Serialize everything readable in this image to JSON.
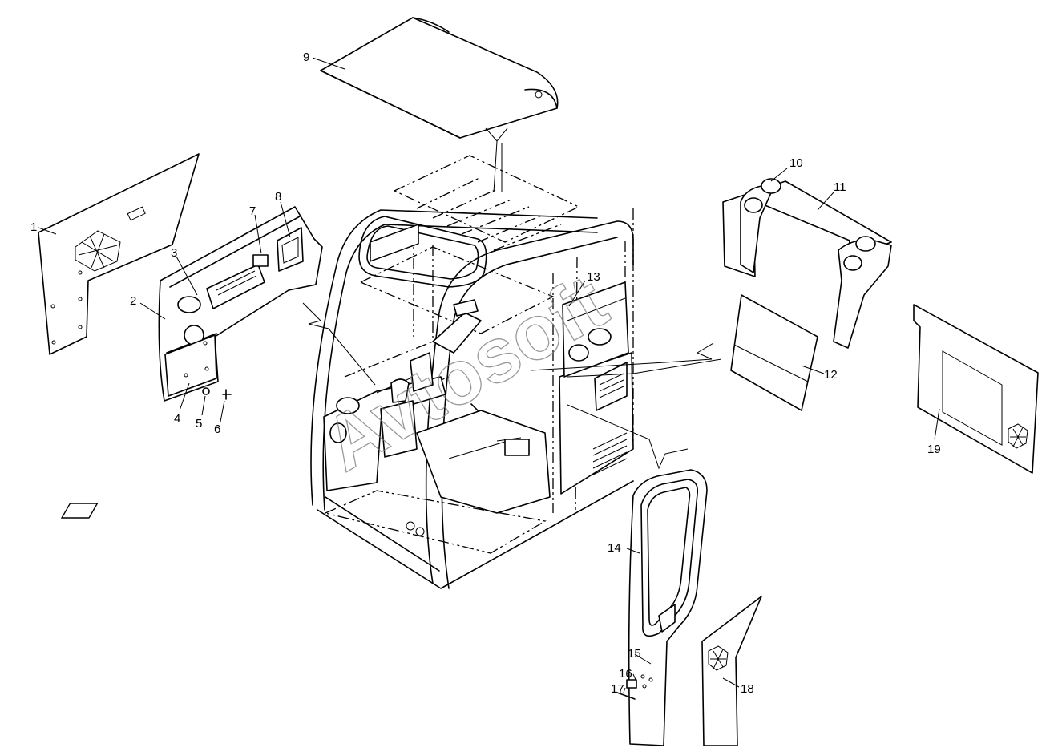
{
  "watermark": "Avtosoft",
  "callouts": [
    {
      "id": "1",
      "label": "1"
    },
    {
      "id": "2",
      "label": "2"
    },
    {
      "id": "3",
      "label": "3"
    },
    {
      "id": "4",
      "label": "4"
    },
    {
      "id": "5",
      "label": "5"
    },
    {
      "id": "6",
      "label": "6"
    },
    {
      "id": "7",
      "label": "7"
    },
    {
      "id": "8",
      "label": "8"
    },
    {
      "id": "9",
      "label": "9"
    },
    {
      "id": "10",
      "label": "10"
    },
    {
      "id": "11",
      "label": "11"
    },
    {
      "id": "12",
      "label": "12"
    },
    {
      "id": "13",
      "label": "13"
    },
    {
      "id": "14",
      "label": "14"
    },
    {
      "id": "15",
      "label": "15"
    },
    {
      "id": "16",
      "label": "16"
    },
    {
      "id": "17",
      "label": "17"
    },
    {
      "id": "18",
      "label": "18"
    },
    {
      "id": "19",
      "label": "19"
    }
  ]
}
